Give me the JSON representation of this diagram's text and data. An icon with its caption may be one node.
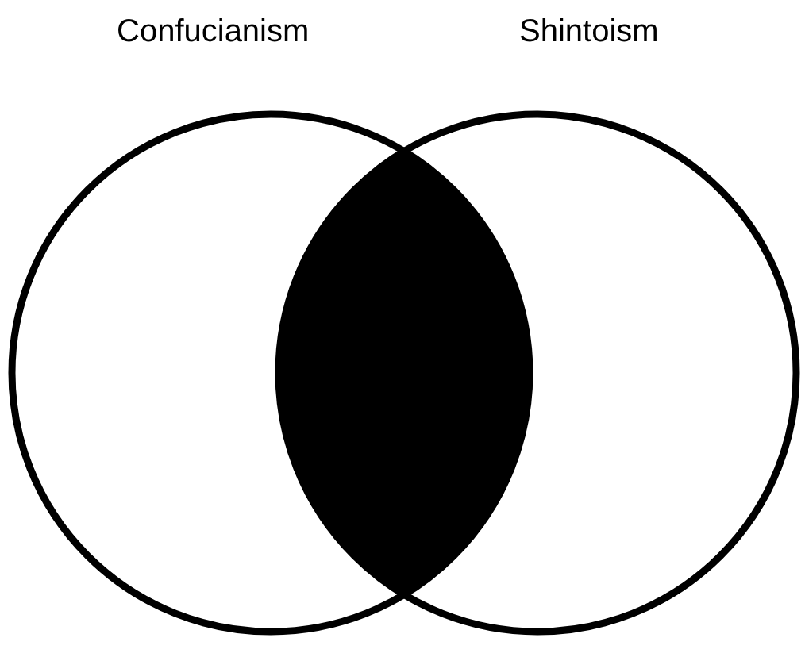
{
  "diagram": {
    "nodes": [
      {
        "text": [
          "Confucianism"
        ]
      },
      {
        "text": [
          "Shintoism"
        ]
      },
      {
        "text": [],
        "shape": "lens"
      }
    ]
  }
}
